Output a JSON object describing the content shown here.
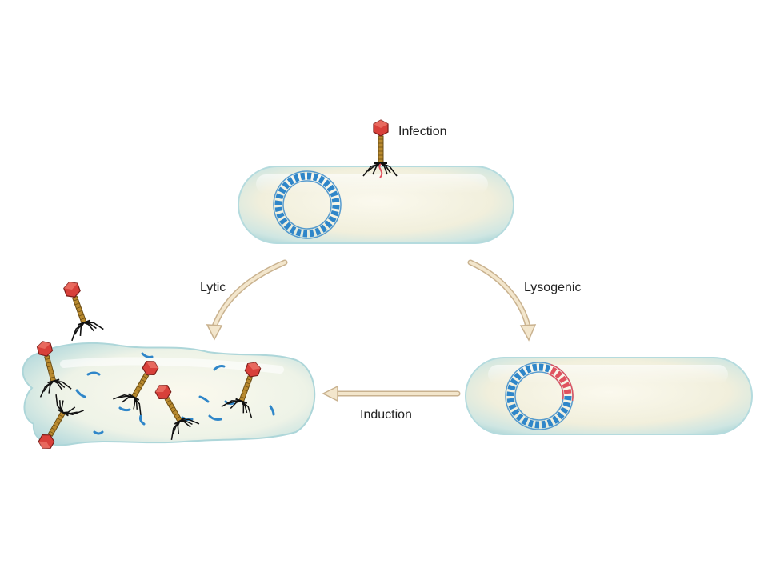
{
  "labels": {
    "infection": "Infection",
    "lytic": "Lytic",
    "lysogenic": "Lysogenic",
    "induction": "Induction"
  },
  "colors": {
    "bacterium_fill": "#f7f4e4",
    "bacterium_edge": "#b8dde0",
    "bacterial_dna": "#2f86c9",
    "prophage_dna": "#e0525f",
    "arrow": "#f3e6cc",
    "arrow_edge": "#c9b28f",
    "phage_head": "#d8403a",
    "phage_tail": "#b98a2e",
    "phage_fibers": "#111111"
  }
}
